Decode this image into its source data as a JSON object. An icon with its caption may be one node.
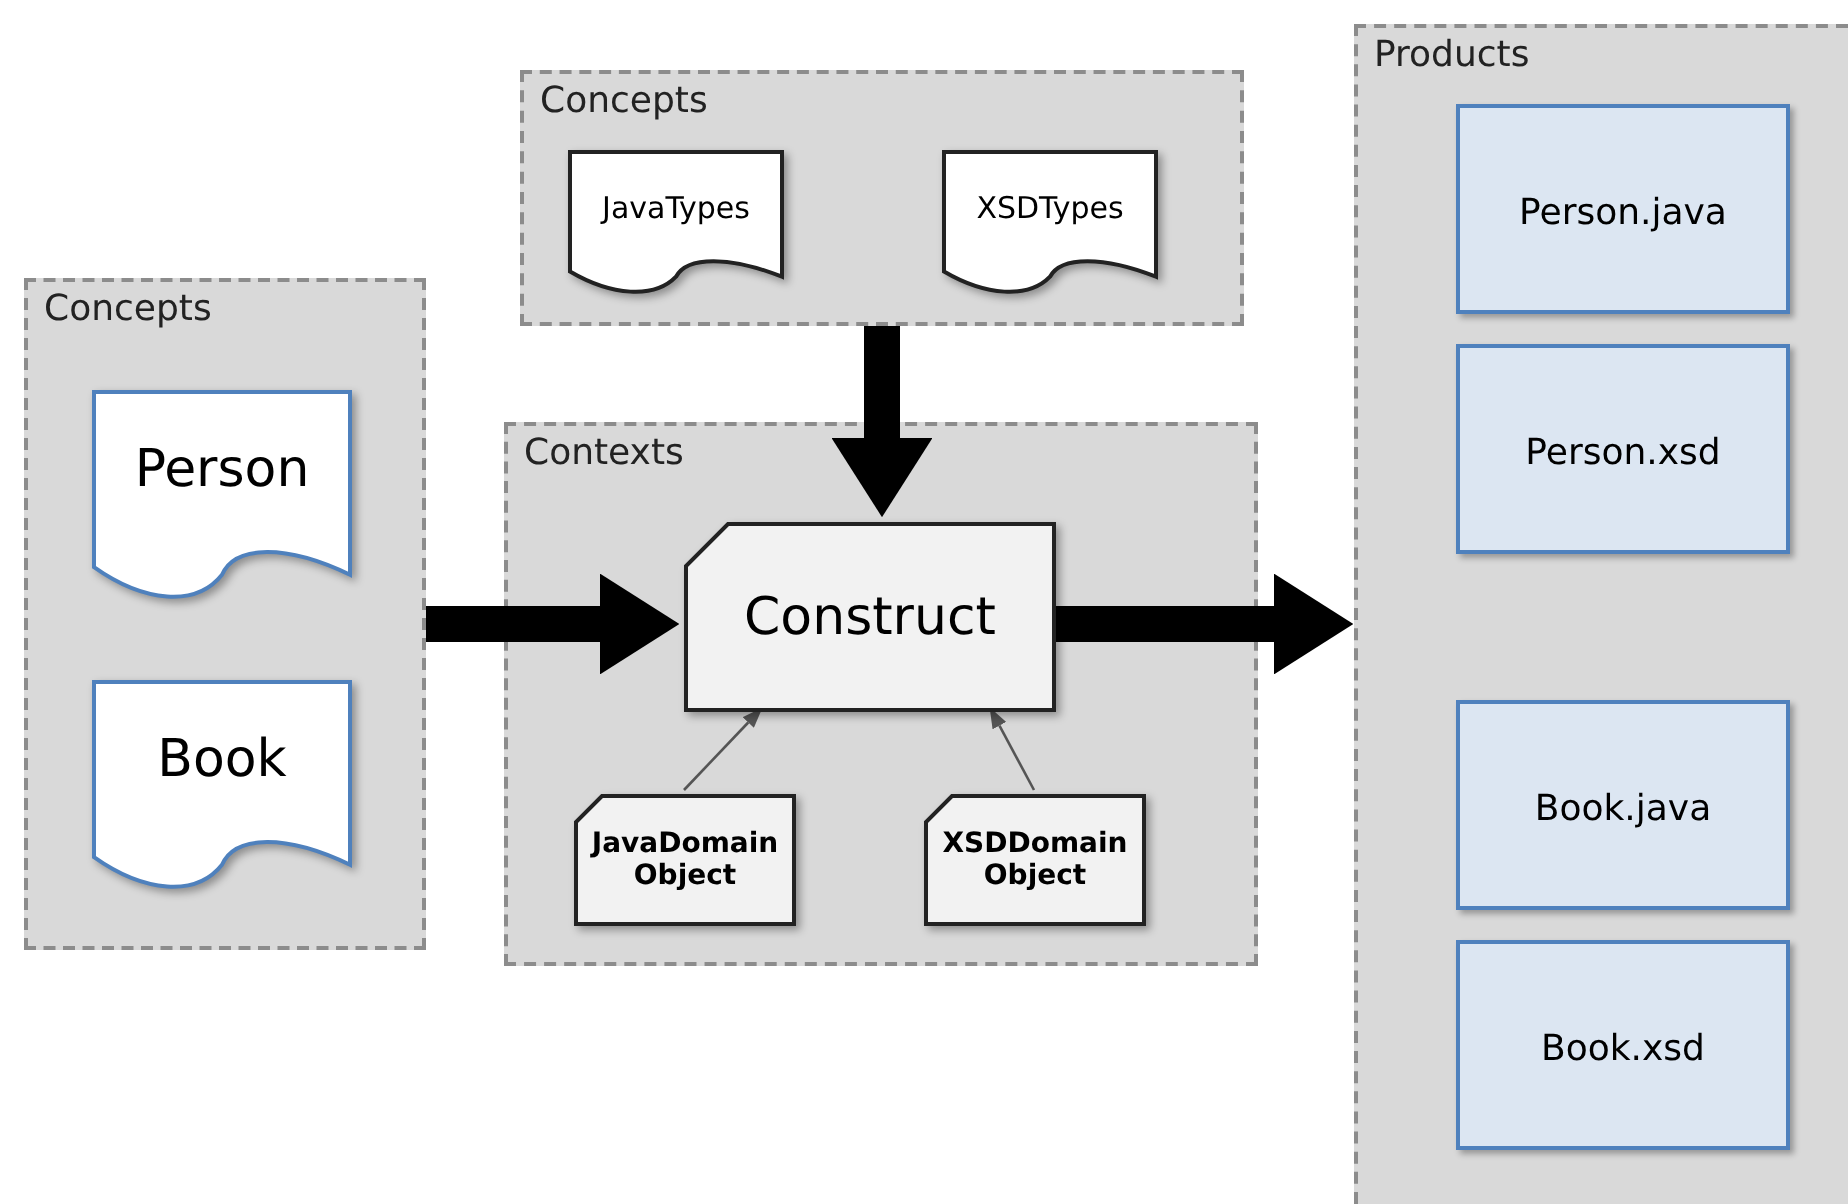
{
  "diagram": {
    "nodes": [
      {
        "text": [
          "Concepts"
        ]
      },
      {
        "text": [
          "Person"
        ],
        "in": 0
      },
      {
        "text": [
          "Book"
        ],
        "in": 0
      },
      {
        "text": [
          "Concepts"
        ]
      },
      {
        "text": [
          "JavaTypes"
        ],
        "in": 3
      },
      {
        "text": [
          "XSDTypes"
        ],
        "in": 3
      },
      {
        "text": [
          "Contexts"
        ]
      },
      {
        "text": [
          "Construct"
        ],
        "in": 6
      },
      {
        "text": [
          "JavaDomain Object"
        ],
        "in": 6
      },
      {
        "text": [
          "XSDDomain Object"
        ],
        "in": 6
      },
      {
        "text": [
          "Products"
        ]
      },
      {
        "text": [
          "Person.java"
        ],
        "in": 10
      },
      {
        "text": [
          "Person.xsd"
        ],
        "in": 10
      },
      {
        "text": [
          "Book.java"
        ],
        "in": 10
      },
      {
        "text": [
          "Book.xsd"
        ],
        "in": 10
      }
    ],
    "edges": [
      {
        "from": 0,
        "to": 7,
        "arrow": "to"
      },
      {
        "from": 3,
        "to": 7,
        "arrow": "to"
      },
      {
        "from": 7,
        "to": 10,
        "arrow": "to"
      },
      {
        "from": 8,
        "to": 7,
        "arrow": "to",
        "color": "#555555"
      },
      {
        "from": 9,
        "to": 7,
        "arrow": "to",
        "color": "#555555"
      }
    ]
  }
}
